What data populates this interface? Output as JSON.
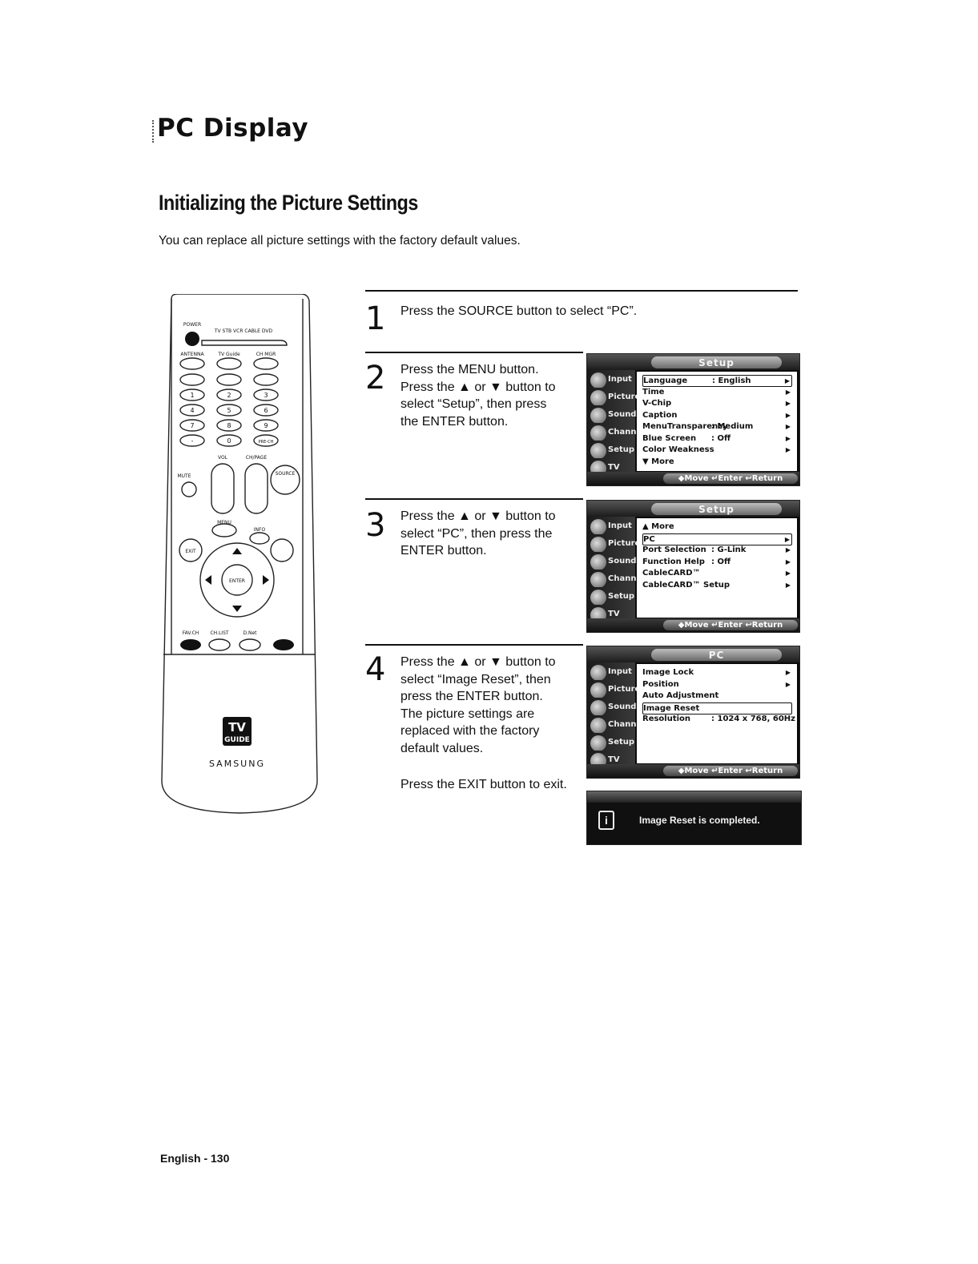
{
  "header": {
    "section_title": "PC Display",
    "heading": "Initializing the Picture Settings",
    "intro": "You can replace all picture settings with the factory default values."
  },
  "remote": {
    "labels": {
      "power": "POWER",
      "modes": "TV  STB  VCR  CABLE  DVD",
      "antenna": "ANTENNA",
      "tvguide": "TV Guide",
      "ch_mgr": "CH MGR",
      "keys": [
        "1",
        "2",
        "3",
        "4",
        "5",
        "6",
        "7",
        "8",
        "9",
        "-",
        "0",
        "PRE-CH"
      ],
      "vol": "VOL",
      "ch": "CH/PAGE",
      "mute": "MUTE",
      "source": "SOURCE",
      "menu": "MENU",
      "exit": "EXIT",
      "info": "INFO",
      "enter": "ENTER",
      "fav_ch": "FAV.CH",
      "ch_list": "CH.LIST",
      "d_net": "D.Net",
      "brand": "SAMSUNG",
      "tv_guide_logo_top": "TV",
      "tv_guide_logo_bottom": "GUIDE"
    }
  },
  "steps": [
    {
      "number": "1",
      "text": "Press the SOURCE button to select “PC”."
    },
    {
      "number": "2",
      "lines": [
        "Press the MENU button.",
        "Press the ▲ or ▼ button to",
        "select “Setup”, then press",
        "the ENTER button."
      ]
    },
    {
      "number": "3",
      "lines": [
        "Press the ▲ or ▼ button to",
        "select “PC”, then press the",
        "ENTER button."
      ]
    },
    {
      "number": "4",
      "lines": [
        "Press the ▲ or ▼ button to",
        "select “Image Reset”, then",
        "press the ENTER button.",
        "The picture settings are",
        "replaced with the factory",
        "default values."
      ],
      "extra": "Press the EXIT button to exit."
    }
  ],
  "osd": {
    "sidebar": [
      "Input",
      "Picture",
      "Sound",
      "Channel",
      "Setup",
      "TV"
    ],
    "footer": "◆Move  ↵Enter  ↩Return",
    "screen1": {
      "title": "Setup",
      "items": [
        {
          "label": "Language",
          "value": ": English",
          "arrow": "▶",
          "selected": true
        },
        {
          "label": "Time",
          "value": "",
          "arrow": "▶"
        },
        {
          "label": "V-Chip",
          "value": "",
          "arrow": "▶"
        },
        {
          "label": "Caption",
          "value": "",
          "arrow": "▶"
        },
        {
          "label": "MenuTransparency",
          "value": ": Medium",
          "arrow": "▶"
        },
        {
          "label": "Blue Screen",
          "value": ": Off",
          "arrow": "▶"
        },
        {
          "label": "Color Weakness",
          "value": "",
          "arrow": "▶"
        },
        {
          "label": "▼ More",
          "value": "",
          "arrow": ""
        }
      ]
    },
    "screen2": {
      "title": "Setup",
      "items": [
        {
          "label": "▲ More",
          "value": "",
          "arrow": ""
        },
        {
          "label": "PC",
          "value": "",
          "arrow": "▶",
          "selected": true
        },
        {
          "label": "Port Selection",
          "value": ": G-Link",
          "arrow": "▶"
        },
        {
          "label": "Function Help",
          "value": ": Off",
          "arrow": "▶"
        },
        {
          "label": "CableCARD™",
          "value": "",
          "arrow": "▶"
        },
        {
          "label": "CableCARD™ Setup",
          "value": "",
          "arrow": "▶"
        }
      ]
    },
    "screen3": {
      "title": "PC",
      "items": [
        {
          "label": "Image Lock",
          "value": "",
          "arrow": "▶"
        },
        {
          "label": "Position",
          "value": "",
          "arrow": "▶"
        },
        {
          "label": "Auto Adjustment",
          "value": "",
          "arrow": ""
        },
        {
          "label": "Image Reset",
          "value": "",
          "arrow": "",
          "selected": true
        },
        {
          "label": "Resolution",
          "value": ": 1024 x 768, 60Hz",
          "arrow": ""
        }
      ]
    },
    "message": {
      "icon": "i",
      "text": "Image Reset is completed."
    }
  },
  "footer": {
    "page": "English - 130"
  }
}
